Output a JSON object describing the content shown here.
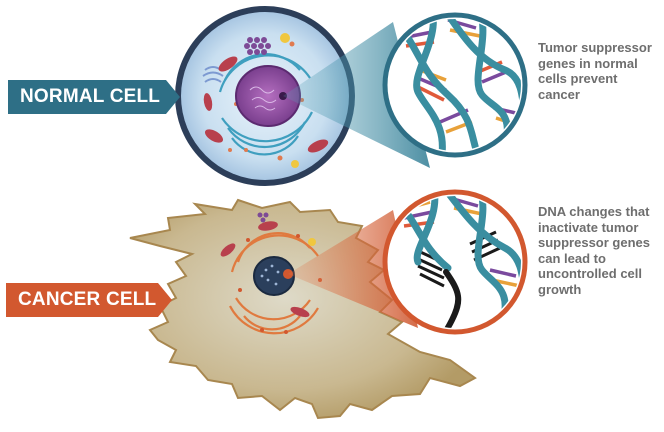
{
  "labels": {
    "normal_cell": "NORMAL CELL",
    "cancer_cell": "CANCER CELL"
  },
  "captions": {
    "normal": "Tumor suppressor genes in normal cells prevent cancer",
    "cancer": "DNA changes that inactivate tumor suppressor genes can lead to uncontrolled cell growth"
  },
  "colors": {
    "normal_accent": "#2e6f86",
    "cancer_accent": "#d2582f",
    "caption_text": "#6e6e6e",
    "dna_backbone": "#3a8ea0",
    "cancer_dna_strand": "#1a1a1a"
  },
  "illustrations": {
    "normal": "round cell with purple nucleus and magnified intact DNA double helix",
    "cancer": "irregular tan cell with dark nucleus and magnified broken DNA helix"
  }
}
